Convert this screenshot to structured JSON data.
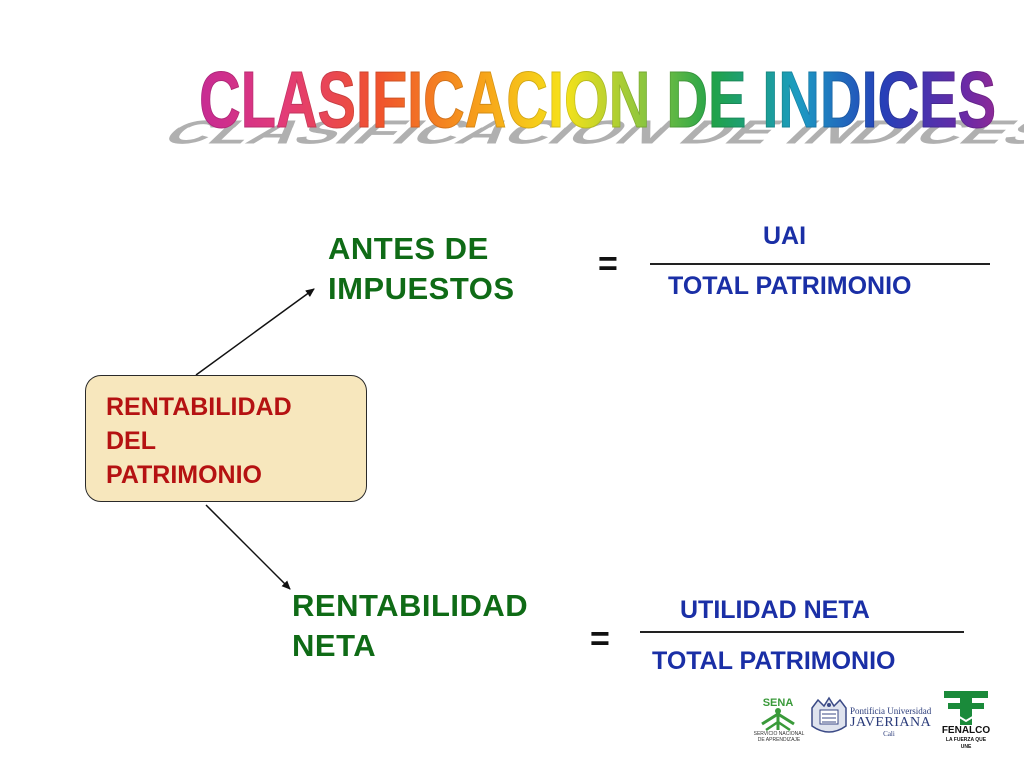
{
  "title": "CLASIFICACION DE INDICES",
  "source": {
    "lines": [
      "RENTABILIDAD",
      "DEL",
      "PATRIMONIO"
    ]
  },
  "branch_top": {
    "label_lines": [
      "ANTES DE",
      "IMPUESTOS"
    ],
    "equals": "=",
    "numerator": "UAI",
    "denominator": "TOTAL PATRIMONIO"
  },
  "branch_bottom": {
    "label_lines": [
      "RENTABILIDAD",
      "NETA"
    ],
    "equals": "=",
    "numerator": "UTILIDAD NETA",
    "denominator": "TOTAL PATRIMONIO"
  },
  "logos": {
    "sena": {
      "name": "SENA",
      "caption_lines": [
        "SERVICIO NACIONAL",
        "DE APRENDIZAJE"
      ]
    },
    "javeriana": {
      "line1": "Pontificia Universidad",
      "line2": "JAVERIANA",
      "line3": "Cali"
    },
    "fenalco": {
      "name": "FENALCO",
      "slogan": "LA FUERZA QUE UNE"
    }
  },
  "colors": {
    "green_label": "#0f6b16",
    "blue_label": "#1a2fa6",
    "red_label": "#b51212",
    "box_fill": "#f7e7bd",
    "sena_green": "#3a9a3a",
    "fenalco_green": "#1a8a3a"
  }
}
